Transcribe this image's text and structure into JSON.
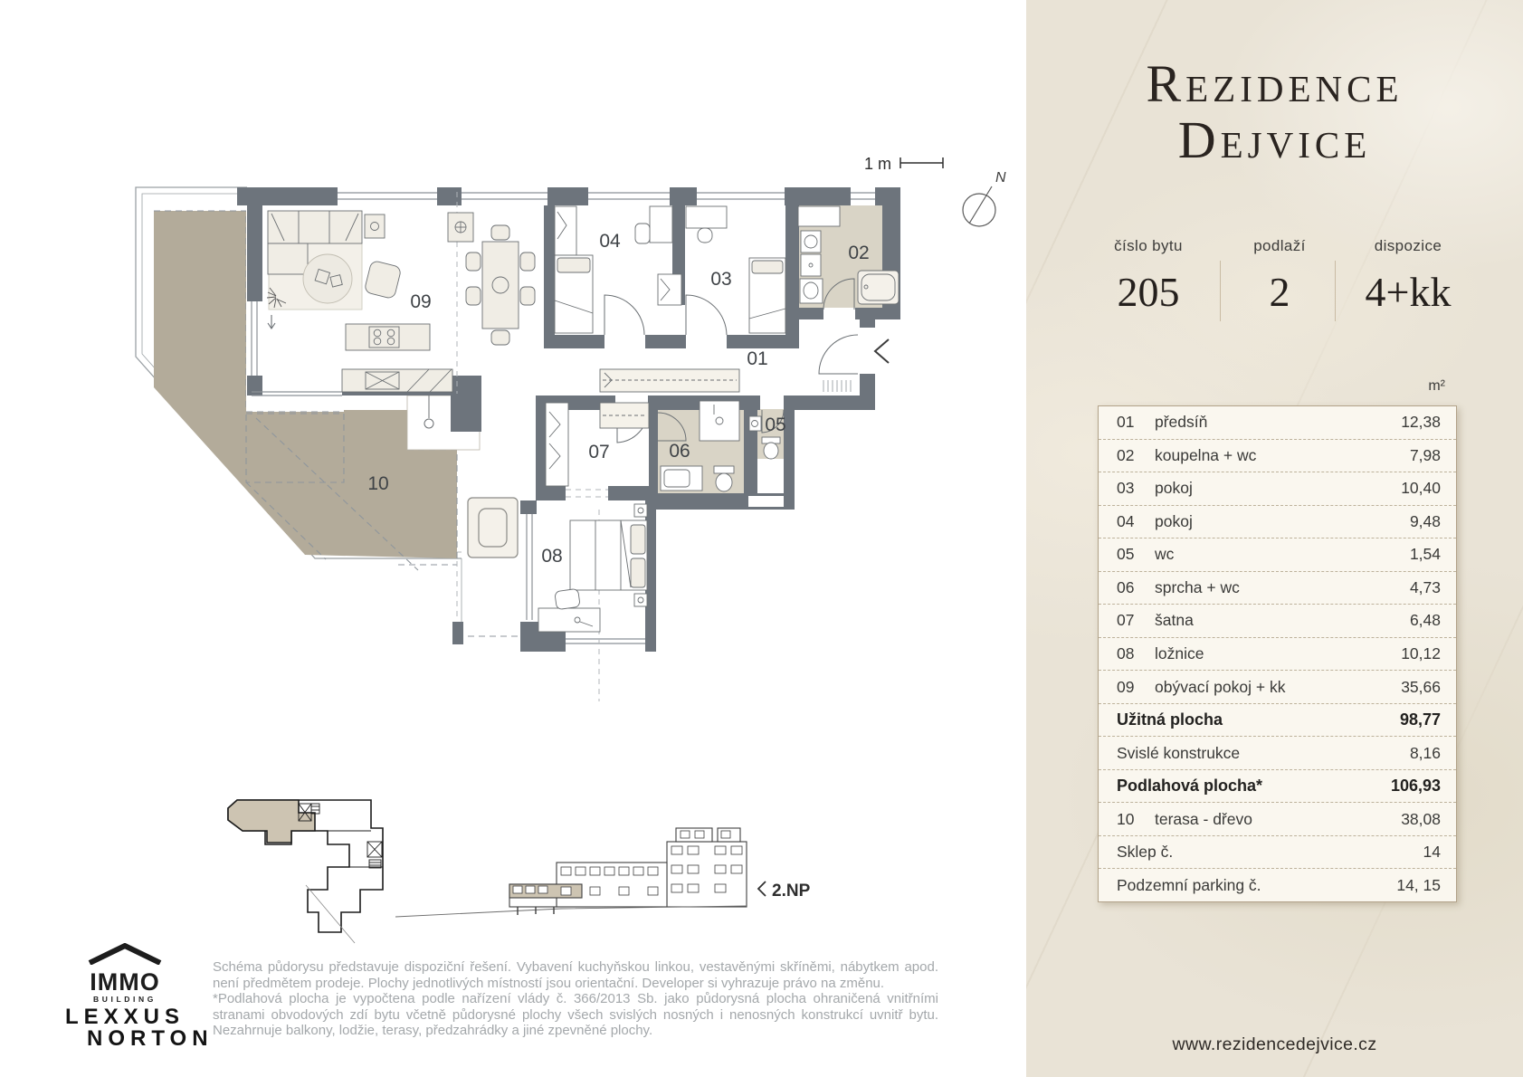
{
  "header": {
    "title_line1": "Rezidence",
    "title_line2": "Dejvice"
  },
  "unit_info": [
    {
      "label": "číslo bytu",
      "value": "205"
    },
    {
      "label": "podlaží",
      "value": "2"
    },
    {
      "label": "dispozice",
      "value": "4+kk"
    }
  ],
  "area_table": {
    "unit_label": "m²",
    "rows": [
      {
        "num": "01",
        "name": "předsíň",
        "value": "12,38"
      },
      {
        "num": "02",
        "name": "koupelna + wc",
        "value": "7,98"
      },
      {
        "num": "03",
        "name": "pokoj",
        "value": "10,40"
      },
      {
        "num": "04",
        "name": "pokoj",
        "value": "9,48"
      },
      {
        "num": "05",
        "name": "wc",
        "value": "1,54"
      },
      {
        "num": "06",
        "name": "sprcha + wc",
        "value": "4,73"
      },
      {
        "num": "07",
        "name": "šatna",
        "value": "6,48"
      },
      {
        "num": "08",
        "name": "ložnice",
        "value": "10,12"
      },
      {
        "num": "09",
        "name": "obývací pokoj + kk",
        "value": "35,66"
      },
      {
        "num": "",
        "name": "Užitná plocha",
        "value": "98,77",
        "bold": true
      },
      {
        "num": "",
        "name": "Svislé konstrukce",
        "value": "8,16"
      },
      {
        "num": "",
        "name": "Podlahová plocha*",
        "value": "106,93",
        "bold": true
      },
      {
        "num": "10",
        "name": "terasa - dřevo",
        "value": "38,08"
      },
      {
        "num": "",
        "name": "Sklep č.",
        "value": "14"
      },
      {
        "num": "",
        "name": "Podzemní parking č.",
        "value": "14, 15"
      }
    ]
  },
  "website": {
    "url_label": "www.rezidencedejvice.cz"
  },
  "scale_bar": {
    "label": "1 m"
  },
  "compass": {
    "north_label": "N"
  },
  "key_plan": {
    "floor_label": "2.NP"
  },
  "logos": {
    "immo": {
      "line1": "IMMO",
      "line2": "BUILDING"
    },
    "lexxus": {
      "line1": "LEXXUS",
      "line2": "NORTON"
    }
  },
  "disclaimer": {
    "paragraph1": "Schéma půdorysu představuje dispoziční řešení. Vybavení kuchyňskou linkou, vestavěnými skříněmi, nábytkem apod. není předmětem prodeje. Plochy jednotlivých místností jsou orientační. Developer si vyhrazuje právo na změnu.",
    "paragraph2": "*Podlahová plocha je vypočtena podle nařízení vlády č. 366/2013 Sb. jako půdorysná plocha ohraničená vnitřními stranami obvodových zdí bytu včetně půdorysné plochy všech svislých nosných i nenosných konstrukcí uvnitř bytu. Nezahrnuje balkony, lodžie, terasy, předzahrádky a jiné zpevněné plochy."
  },
  "colors": {
    "wall": "#6d747c",
    "terrace": "#b3ab9a",
    "tile": "#d9d4c6",
    "panel_base": "#e9e3d6",
    "table_border": "#b2a289",
    "site_unit": "#cdc4b2"
  }
}
